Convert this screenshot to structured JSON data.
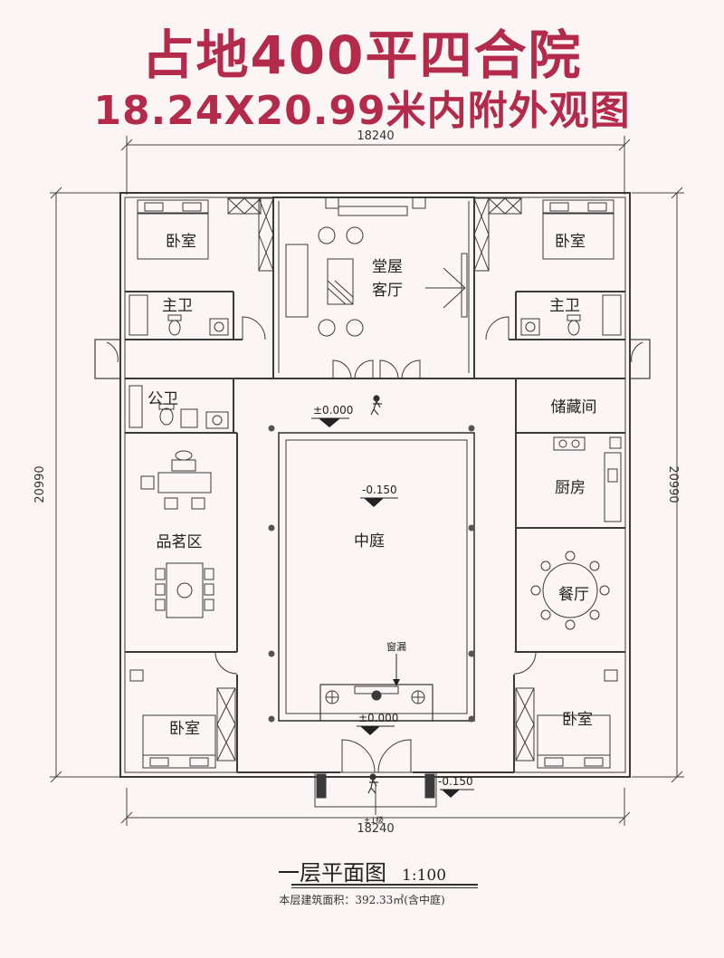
{
  "header": {
    "title_line1": "占地400平四合院",
    "title_line2": "18.24X20.99米内附外观图"
  },
  "dimensions": {
    "width_top": "18240",
    "width_bottom": "18240",
    "height_left": "20990",
    "height_right": "20990"
  },
  "rooms": {
    "bedroom_nw": "卧室",
    "bath_nw": "主卫",
    "hall_line1": "堂屋",
    "hall_line2": "客厅",
    "bedroom_ne": "卧室",
    "bath_ne": "主卫",
    "public_wc": "公卫",
    "storage": "储藏间",
    "kitchen": "厨房",
    "tea_area": "品茗区",
    "courtyard": "中庭",
    "dining": "餐厅",
    "bedroom_sw": "卧室",
    "bedroom_se": "卧室"
  },
  "levels": {
    "hall_front": "±0.000",
    "courtyard": "-0.150",
    "entrance": "±0.000",
    "outside": "-0.150"
  },
  "annotations": {
    "window_lattice": "窗漏",
    "entry_steps": "±1级"
  },
  "footer": {
    "plan_title": "一层平面图",
    "scale": "1:100",
    "area_note": "本层建筑面积：392.33㎡(含中庭)"
  },
  "colors": {
    "title": "#b42a4a",
    "line": "#3a3a3a",
    "background": "#fbf6f5"
  }
}
